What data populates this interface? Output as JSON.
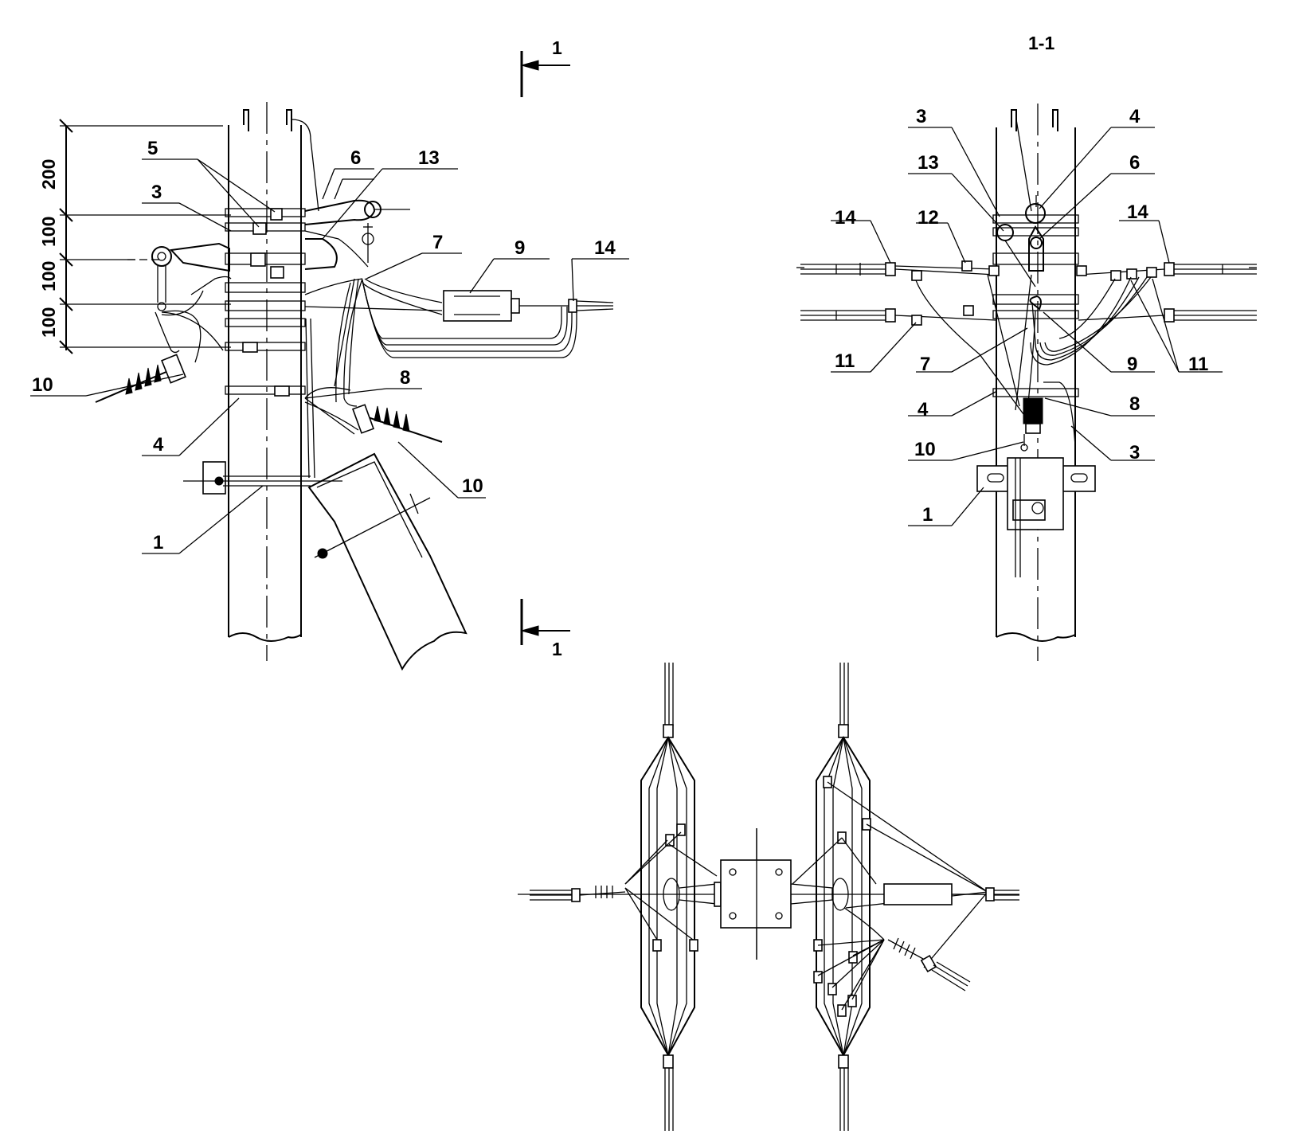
{
  "section_title": "1-1",
  "section_marks": {
    "top": "1",
    "bottom": "1"
  },
  "dimensions": [
    "200",
    "100",
    "100",
    "100"
  ],
  "front_view_labels": {
    "l5": "5",
    "l6": "6",
    "l13": "13",
    "l3": "3",
    "l7": "7",
    "l9": "9",
    "l14": "14",
    "l10a": "10",
    "l8": "8",
    "l4": "4",
    "l10b": "10",
    "l1": "1"
  },
  "side_view_labels": {
    "l3a": "3",
    "l4a": "4",
    "l13": "13",
    "l6": "6",
    "l14a": "14",
    "l12": "12",
    "l14b": "14",
    "l11a": "11",
    "l7": "7",
    "l9": "9",
    "l11b": "11",
    "l4b": "4",
    "l8": "8",
    "l10": "10",
    "l3b": "3",
    "l1": "1"
  }
}
